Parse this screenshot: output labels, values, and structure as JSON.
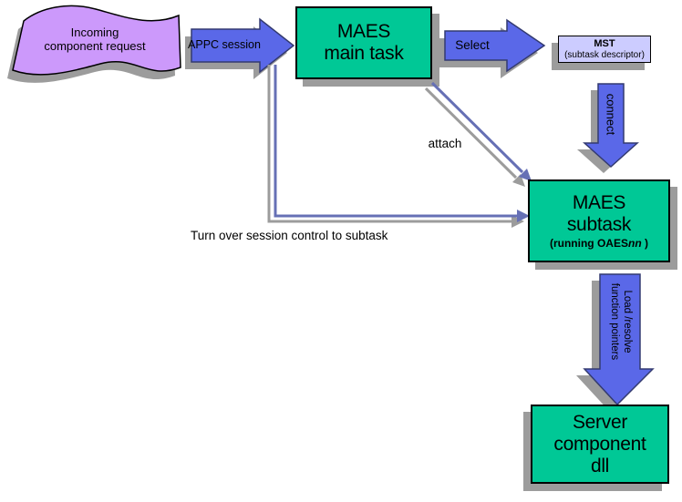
{
  "diagram": {
    "banner": {
      "line1": "Incoming",
      "line2": "component request"
    },
    "arrows": {
      "appc_label": "APPC session",
      "select_label": "Select",
      "connect_label": "connect",
      "attach_label": "attach",
      "turnover_label": "Turn over session control to subtask",
      "load_line1": "Load /resolve",
      "load_line2": "function pointers"
    },
    "boxes": {
      "main_task": {
        "line1": "MAES",
        "line2": "main task"
      },
      "mst": {
        "title": "MST",
        "subtitle": "(subtask descriptor)"
      },
      "subtask": {
        "line1": "MAES",
        "line2": "subtask",
        "caption_prefix": "(running OAES",
        "caption_italic": "nn",
        "caption_suffix": " )"
      },
      "server": {
        "line1": "Server",
        "line2": "component",
        "line3": "dll"
      }
    },
    "colors": {
      "box_green": "#00C896",
      "arrow_blue": "#5A68E8",
      "arrow_outline": "#333A70",
      "line_slate": "#6670B5",
      "shadow_gray": "#9C9C9C",
      "mst_fill": "#CCCCFF",
      "banner_fill": "#CC99FB"
    }
  }
}
